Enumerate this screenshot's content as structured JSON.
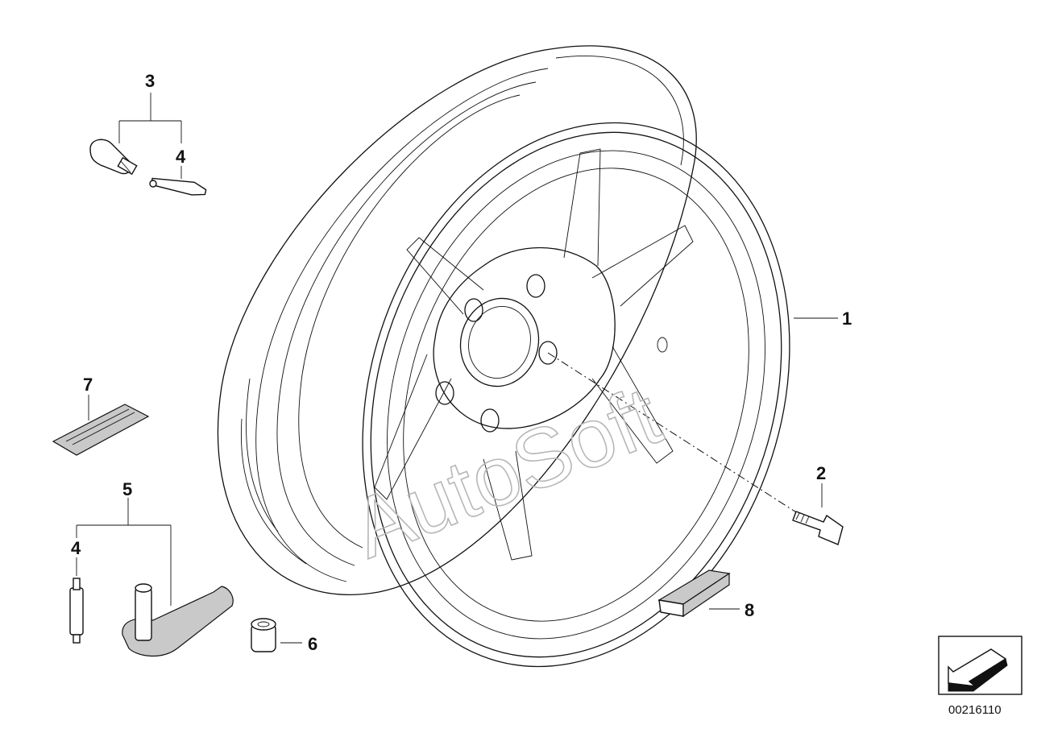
{
  "watermark": "AutoSoft",
  "document_number": "00216110",
  "callouts": {
    "rim": "1",
    "wheel_bolt": "2",
    "valve": "3",
    "valve_insert_top": "4",
    "valve_insert_left": "4",
    "tpms_sensor": "5",
    "nut": "6",
    "label": "7",
    "balance_weight": "8"
  },
  "icons": {
    "nav": "direction-arrow-icon"
  }
}
